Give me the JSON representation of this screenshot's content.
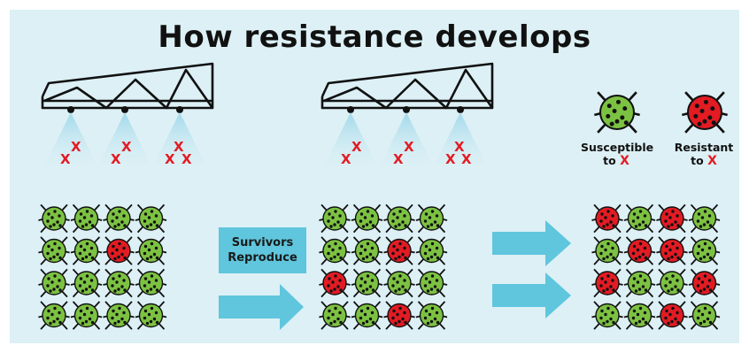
{
  "title": "How resistance develops",
  "spray_mark": "X",
  "legend": {
    "susceptible": {
      "line1": "Susceptible",
      "line2": "to",
      "mark": "X",
      "color": "#7cc242"
    },
    "resistant": {
      "line1": "Resistant",
      "line2": "to",
      "mark": "X",
      "color": "#e31b23"
    }
  },
  "process_label": {
    "line1": "Survivors",
    "line2": "Reproduce"
  },
  "colors": {
    "background": "#dcf0f5",
    "arrow": "#5fc6dd",
    "susceptible": "#7cc242",
    "resistant": "#e31b23",
    "spray_mark": "#e31b23"
  },
  "populations": [
    {
      "name": "initial",
      "rows": [
        [
          "S",
          "S",
          "S",
          "S"
        ],
        [
          "S",
          "S",
          "R",
          "S"
        ],
        [
          "S",
          "S",
          "S",
          "S"
        ],
        [
          "S",
          "S",
          "S",
          "S"
        ]
      ]
    },
    {
      "name": "second-generation",
      "rows": [
        [
          "S",
          "S",
          "S",
          "S"
        ],
        [
          "S",
          "S",
          "R",
          "S"
        ],
        [
          "R",
          "S",
          "S",
          "S"
        ],
        [
          "S",
          "S",
          "R",
          "S"
        ]
      ]
    },
    {
      "name": "third-generation",
      "rows": [
        [
          "R",
          "S",
          "R",
          "S"
        ],
        [
          "S",
          "R",
          "R",
          "S"
        ],
        [
          "R",
          "S",
          "S",
          "R"
        ],
        [
          "S",
          "S",
          "R",
          "S"
        ]
      ]
    }
  ]
}
